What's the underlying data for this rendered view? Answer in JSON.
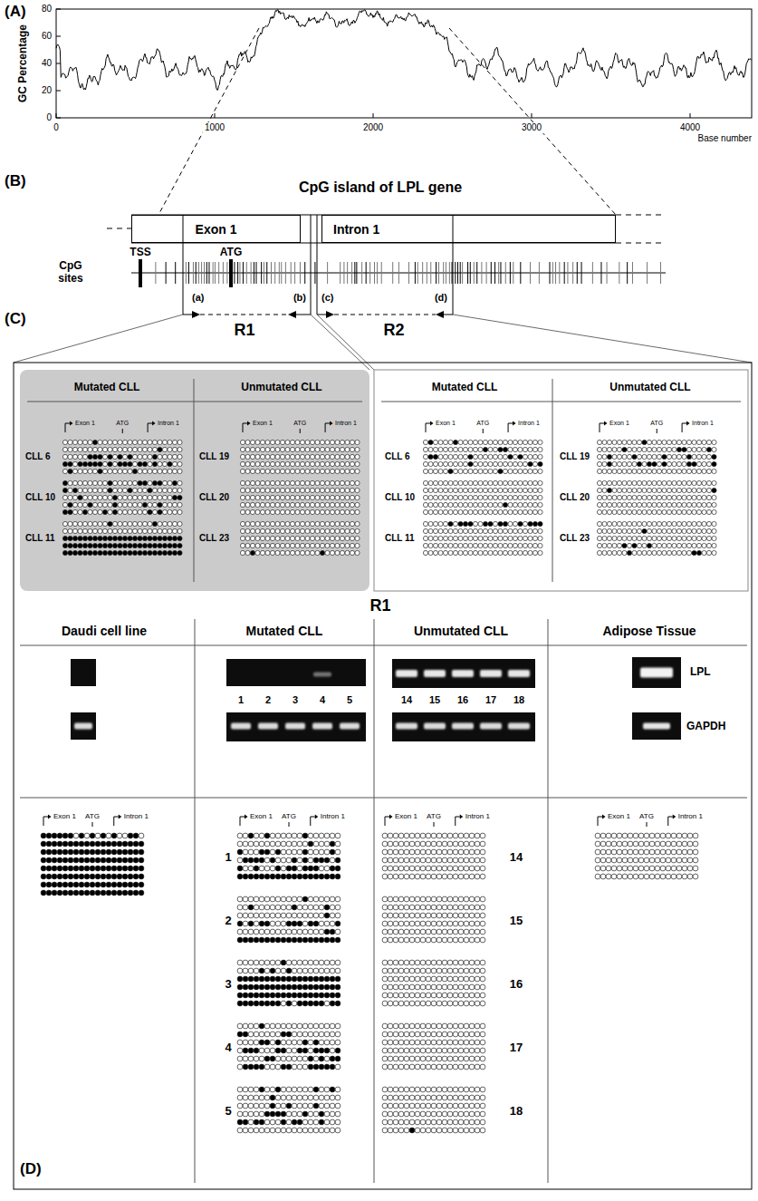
{
  "diagram": {
    "nodes": [
      {
        "text": [
          "Exon 1"
        ]
      },
      {
        "text": [
          "Intron 1"
        ]
      }
    ],
    "labels": [
      "(A)",
      "GC Percentage",
      "0",
      "20",
      "40",
      "60",
      "80",
      "0",
      "1000",
      "2000",
      "3000",
      "4000",
      "Base number",
      "(B)",
      "CpG island of LPL gene",
      "TSS",
      "ATG",
      "CpG sites",
      "(a)",
      "(b)",
      "(c)",
      "(d)",
      "(C)",
      "R1",
      "R2",
      "Mutated CLL",
      "Unmutated CLL",
      "Exon 1",
      "ATG",
      "Intron 1",
      "Exon 1",
      "ATG",
      "Intron 1",
      "CLL 6",
      "CLL 10",
      "CLL 11",
      "CLL 19",
      "CLL 20",
      "CLL 23",
      "Mutated CLL",
      "Unmutated CLL",
      "Exon 1",
      "ATG",
      "Intron 1",
      "Exon 1",
      "ATG",
      "Intron 1",
      "CLL 6",
      "CLL 10",
      "CLL 11",
      "CLL 19",
      "CLL 20",
      "CLL 23",
      "R1",
      "Daudi cell line",
      "Mutated CLL",
      "Unmutated CLL",
      "Adipose Tissue",
      "1",
      "2",
      "3",
      "4",
      "5",
      "14",
      "15",
      "16",
      "17",
      "18",
      "LPL",
      "GAPDH",
      "Exon 1",
      "ATG",
      "Intron 1",
      "Exon 1",
      "ATG",
      "Intron 1",
      "Exon 1",
      "ATG",
      "Intron 1",
      "Exon 1",
      "ATG",
      "Intron 1",
      "1",
      "2",
      "3",
      "4",
      "5",
      "14",
      "15",
      "16",
      "17",
      "18",
      "(D)"
    ]
  }
}
